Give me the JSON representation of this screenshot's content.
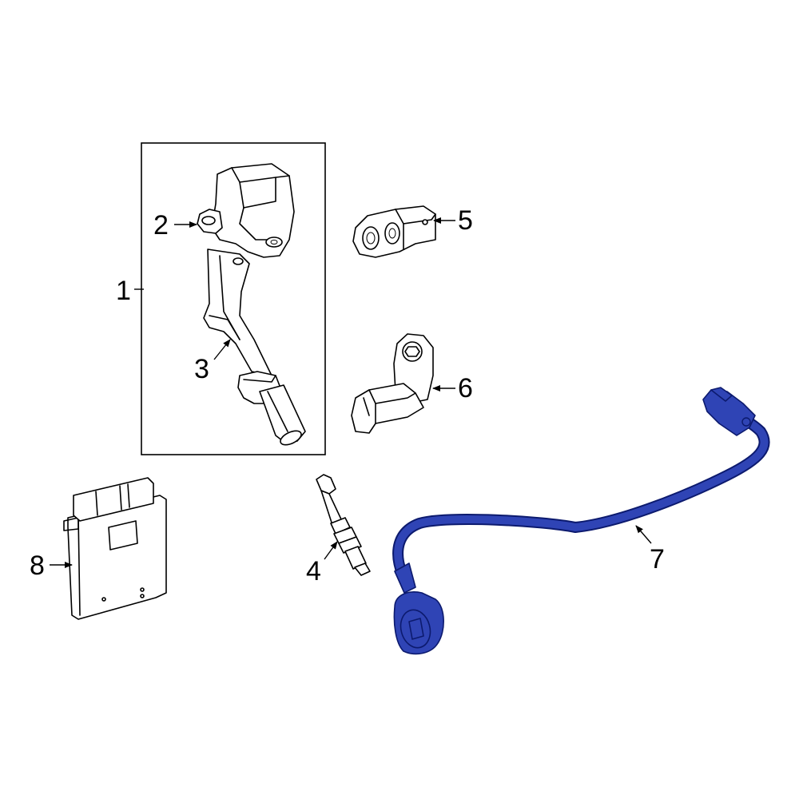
{
  "callouts": {
    "c1": "1",
    "c2": "2",
    "c3": "3",
    "c4": "4",
    "c5": "5",
    "c6": "6",
    "c7": "7",
    "c8": "8"
  },
  "colors": {
    "highlight": "#2f44b5",
    "highlight_outline": "#0c1a6e",
    "line": "#000000",
    "background": "#ffffff"
  }
}
